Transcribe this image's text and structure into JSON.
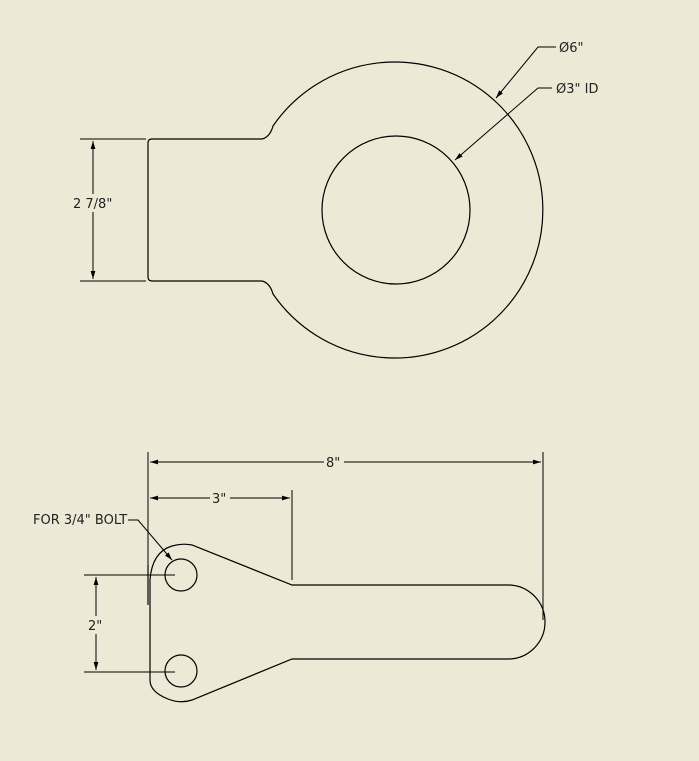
{
  "top_view": {
    "dim_width": "2 7/8\"",
    "outer_diameter": "Ø6\"",
    "inner_diameter": "Ø3\" ID"
  },
  "side_view": {
    "dim_overall": "8\"",
    "dim_offset": "3\"",
    "dim_hole_spacing": "2\"",
    "hole_note": "FOR 3/4\" BOLT"
  },
  "colors": {
    "background": "#ecead6",
    "lines": "#000000"
  }
}
